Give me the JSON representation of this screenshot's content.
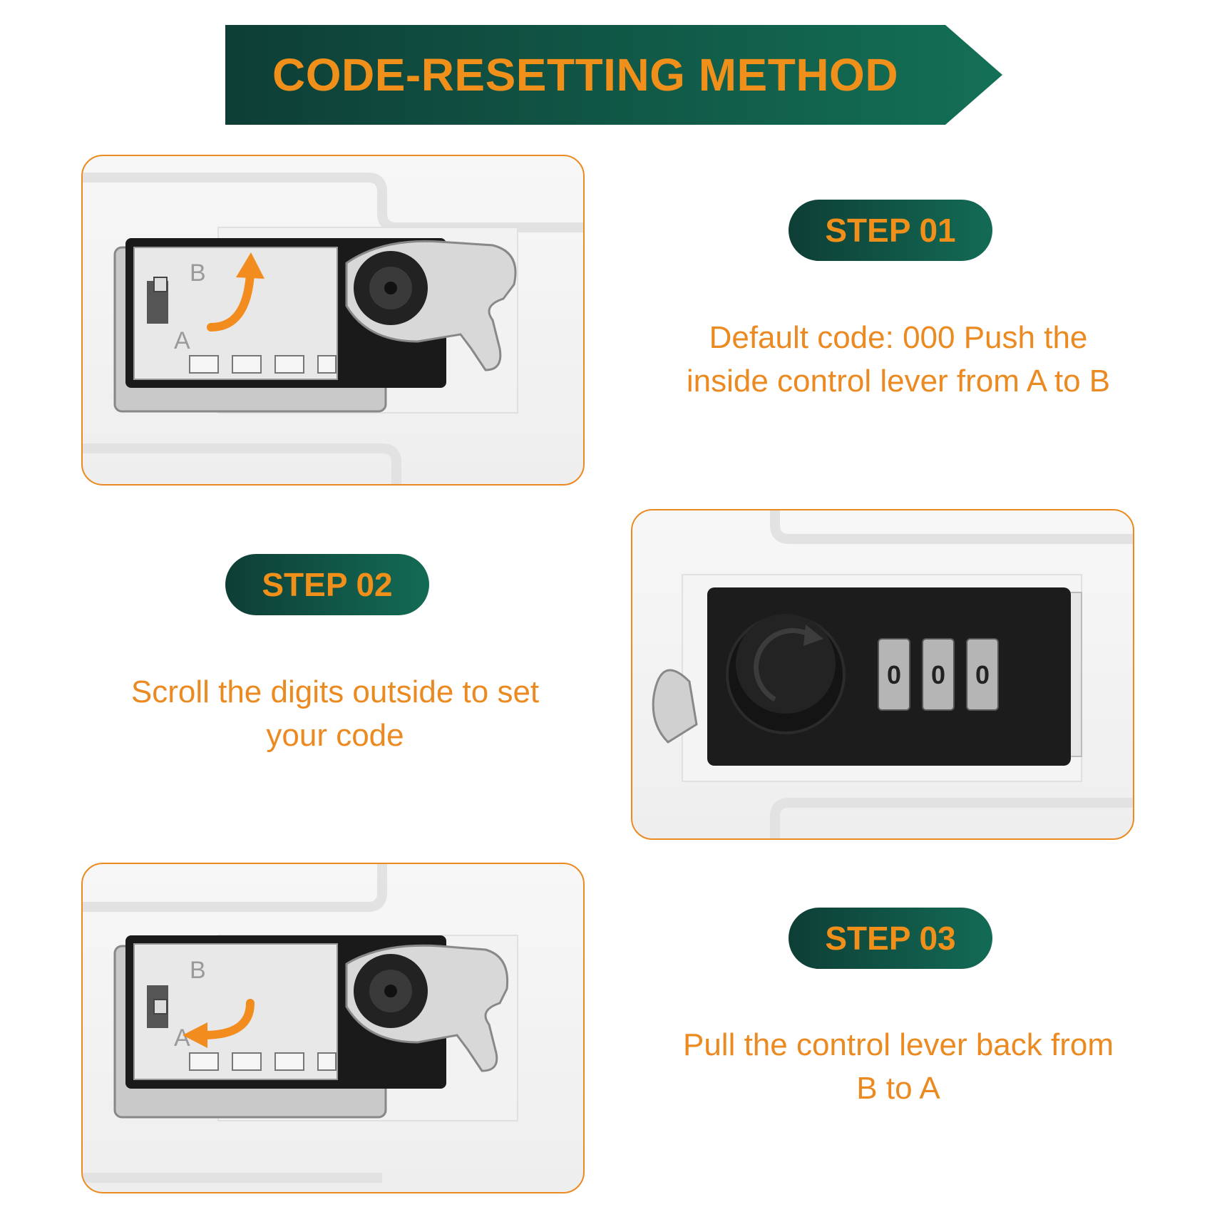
{
  "header": {
    "title": "CODE-RESETTING METHOD"
  },
  "colors": {
    "accent": "#f0901b",
    "dark_green": "#0e3e36",
    "green": "#136b55",
    "border": "#ec8a22"
  },
  "steps": [
    {
      "label": "STEP 01",
      "text": "Default code: 000 Push the inside control lever from A to B"
    },
    {
      "label": "STEP 02",
      "text": "Scroll the digits outside to set your code"
    },
    {
      "label": "STEP 03",
      "text": "Pull the control lever back from B to A"
    }
  ],
  "images": {
    "lock_internal_1": {
      "letter_top": "B",
      "letter_bottom": "A",
      "icon": "arrow-up-curved-icon"
    },
    "lock_front": {
      "digits": [
        "0",
        "0",
        "0"
      ],
      "icon": "rotate-arrow-icon"
    },
    "lock_internal_2": {
      "letter_top": "B",
      "letter_bottom": "A",
      "icon": "arrow-left-curved-icon"
    }
  }
}
